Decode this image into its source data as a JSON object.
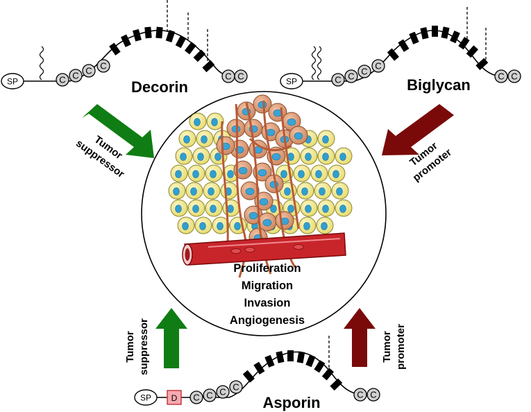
{
  "proteins": {
    "decorin": {
      "name": "Decorin",
      "role_line1": "Tumor",
      "role_line2": "suppressor",
      "sp_label": "SP",
      "c_label": "C",
      "arrow_color": "#0f7d13"
    },
    "biglycan": {
      "name": "Biglycan",
      "role_line1": "Tumor",
      "role_line2": "promoter",
      "sp_label": "SP",
      "c_label": "C",
      "arrow_color": "#7a0a0a"
    },
    "asporin": {
      "name": "Asporin",
      "sp_label": "SP",
      "d_label": "D",
      "c_label": "C"
    }
  },
  "asporin_roles": {
    "left": {
      "line1": "Tumor",
      "line2": "suppressor",
      "arrow_color": "#0f7d13"
    },
    "right": {
      "line1": "Tumor",
      "line2": "promoter",
      "arrow_color": "#7a0a0a"
    }
  },
  "tumor_outcomes": [
    "Proliferation",
    "Migration",
    "Invasion",
    "Angiogenesis"
  ],
  "colors": {
    "cell_fill": "#f2ea8e",
    "cell_nucleus": "#2f9fd0",
    "tumor_cell": "#d9906a",
    "vessel": "#c8252b",
    "d_box": "#f6a9b0"
  }
}
